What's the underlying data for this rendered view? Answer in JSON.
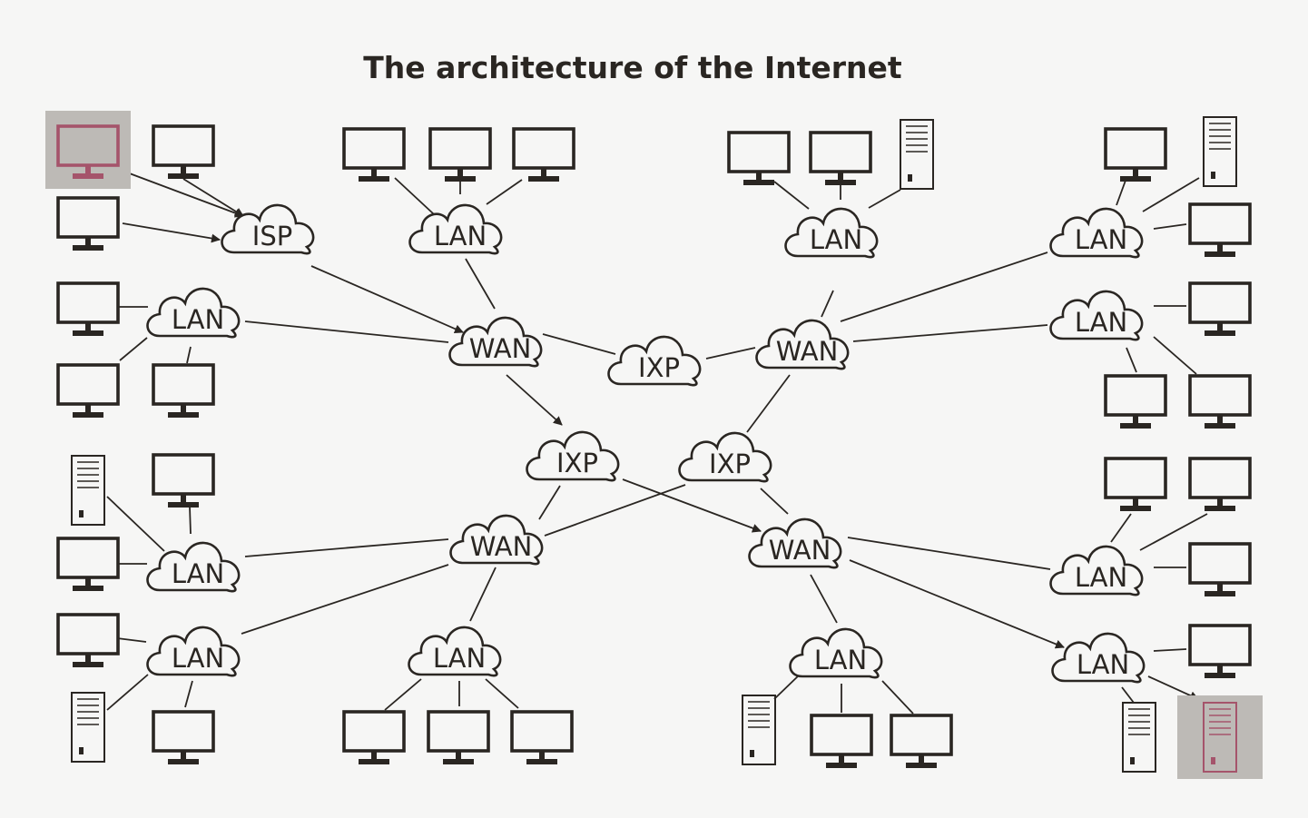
{
  "title": "The architecture of the Internet",
  "colors": {
    "background": "#f6f6f5",
    "ink": "#2a2622",
    "highlight_background": "#bdbab6",
    "highlight_device": "#a5546b"
  },
  "icons": [
    "monitor-icon",
    "server-icon",
    "cloud-icon"
  ],
  "nodes": {
    "isp_tl": "ISP",
    "lan_ml": "LAN",
    "lan_tc1": "LAN",
    "lan_tc2": "LAN",
    "lan_tr1": "LAN",
    "lan_tr2": "LAN",
    "wan_l": "WAN",
    "wan_r": "WAN",
    "ixp_c": "IXP",
    "ixp_l": "IXP",
    "ixp_r": "IXP",
    "wan_bl": "WAN",
    "wan_br": "WAN",
    "lan_bl1": "LAN",
    "lan_bl2": "LAN",
    "lan_bc1": "LAN",
    "lan_bc2": "LAN",
    "lan_br1": "LAN",
    "lan_br2": "LAN"
  },
  "highlights": [
    "source-computer",
    "destination-server"
  ],
  "route": [
    "source-computer",
    "isp_tl",
    "wan_l",
    "ixp_l",
    "wan_br",
    "lan_br2",
    "destination-server"
  ]
}
